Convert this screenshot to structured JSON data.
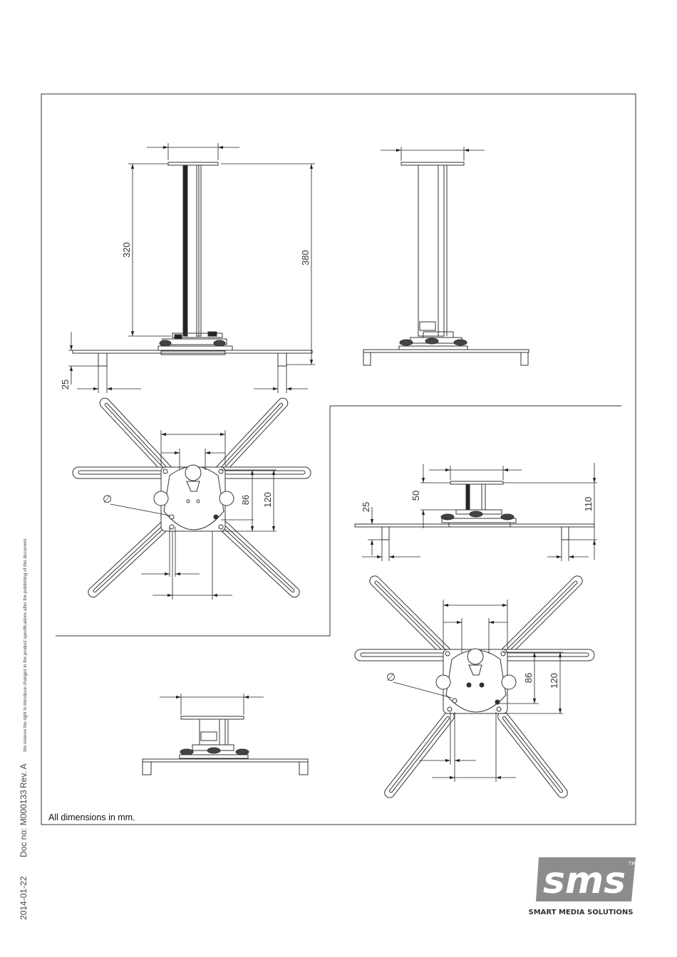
{
  "drawing": {
    "note": "All dimensions in mm.",
    "views": {
      "front": {
        "height_upper": "320",
        "height_total": "380",
        "foot": "25"
      },
      "top_left": {
        "d1": "86",
        "d2": "120",
        "hole": "∅"
      },
      "front_short": {
        "foot": "25",
        "height_upper": "50",
        "height_total": "110"
      },
      "top_right": {
        "d1": "86",
        "d2": "120",
        "hole": "∅"
      }
    }
  },
  "sidebar": {
    "date": "2014-01-22",
    "doc": "Doc no: M000133",
    "rev": "Rev. A",
    "disclaimer": "We reserve the right to introduce changes in the product specifications after the publishing of this document."
  },
  "logo": {
    "brand": "sms",
    "tm": "TM",
    "tagline": "SMART MEDIA SOLUTIONS",
    "color": "#8a8c8e"
  }
}
